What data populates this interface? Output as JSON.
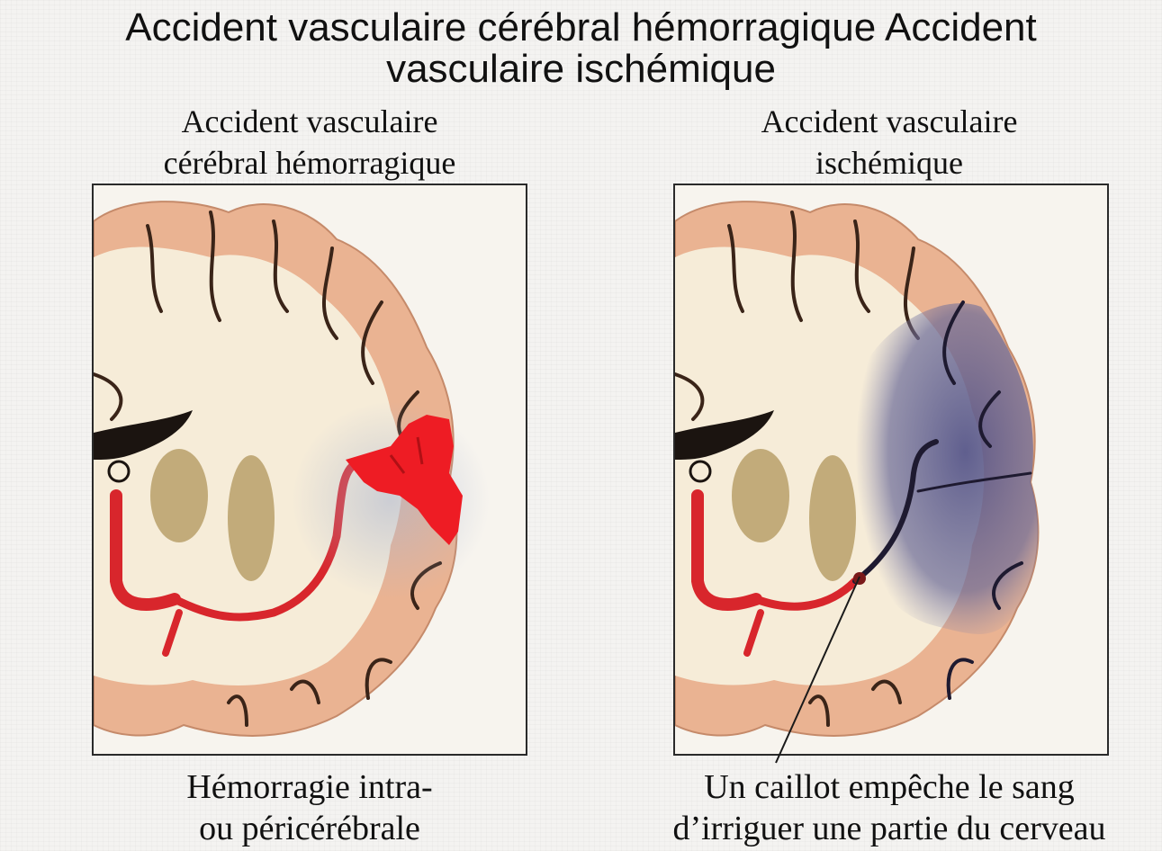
{
  "title": {
    "line1": "Accident vasculaire cérébral hémorragique Accident",
    "line2": "vasculaire ischémique"
  },
  "left_panel": {
    "heading_line1": "Accident vasculaire",
    "heading_line2": "cérébral hémorragique",
    "caption_line1": "Hémorragie intra-",
    "caption_line2": "ou péricérébrale"
  },
  "right_panel": {
    "heading_line1": "Accident vasculaire",
    "heading_line2": "ischémique",
    "caption_line1": "Un caillot empêche le sang",
    "caption_line2": "d’irriguer une partie du cerveau"
  },
  "colors": {
    "brain_cortex": "#eab392",
    "white_matter": "#f6ecd8",
    "sulcus": "#3a2418",
    "artery": "#d8262c",
    "hemorrhage": "#ee1c24",
    "ischemia": "#5a5a8c",
    "basal_ganglia": "#b8a06a"
  }
}
